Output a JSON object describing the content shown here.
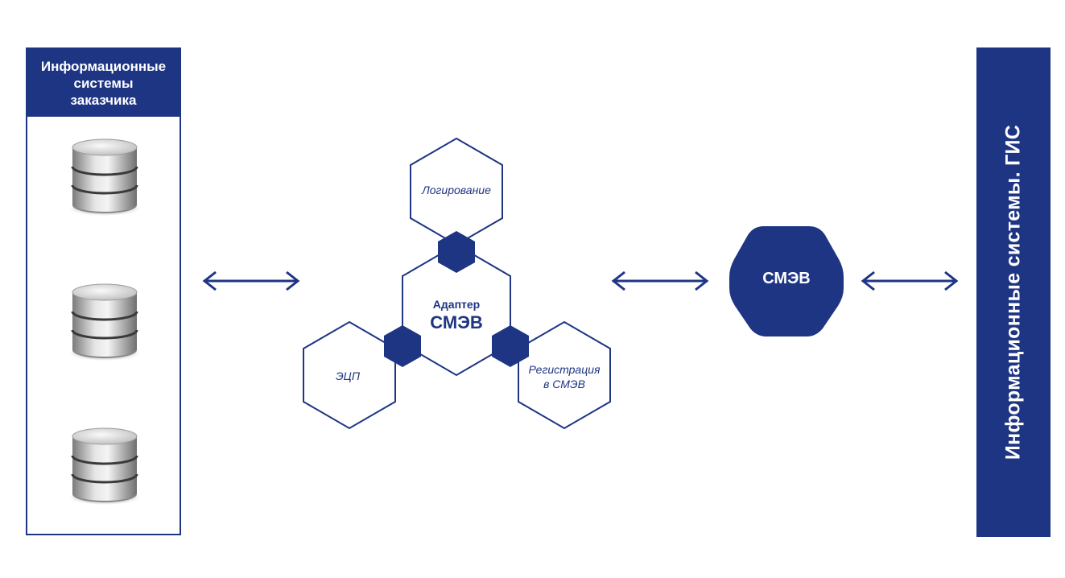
{
  "left_panel": {
    "title_lines": [
      "Информационные",
      "системы",
      "заказчика"
    ],
    "databases": [
      "database-icon",
      "database-icon",
      "database-icon"
    ]
  },
  "adapter": {
    "title_line1": "Адаптер",
    "title_line2": "СМЭВ",
    "modules": {
      "logging": "Логирование",
      "signature": "ЭЦП",
      "registration_line1": "Регистрация",
      "registration_line2": "в СМЭВ"
    }
  },
  "smev": {
    "label": "СМЭВ"
  },
  "right_panel": {
    "title": "Информационные системы. ГИС"
  },
  "colors": {
    "primary": "#1e3584",
    "background": "#ffffff"
  }
}
